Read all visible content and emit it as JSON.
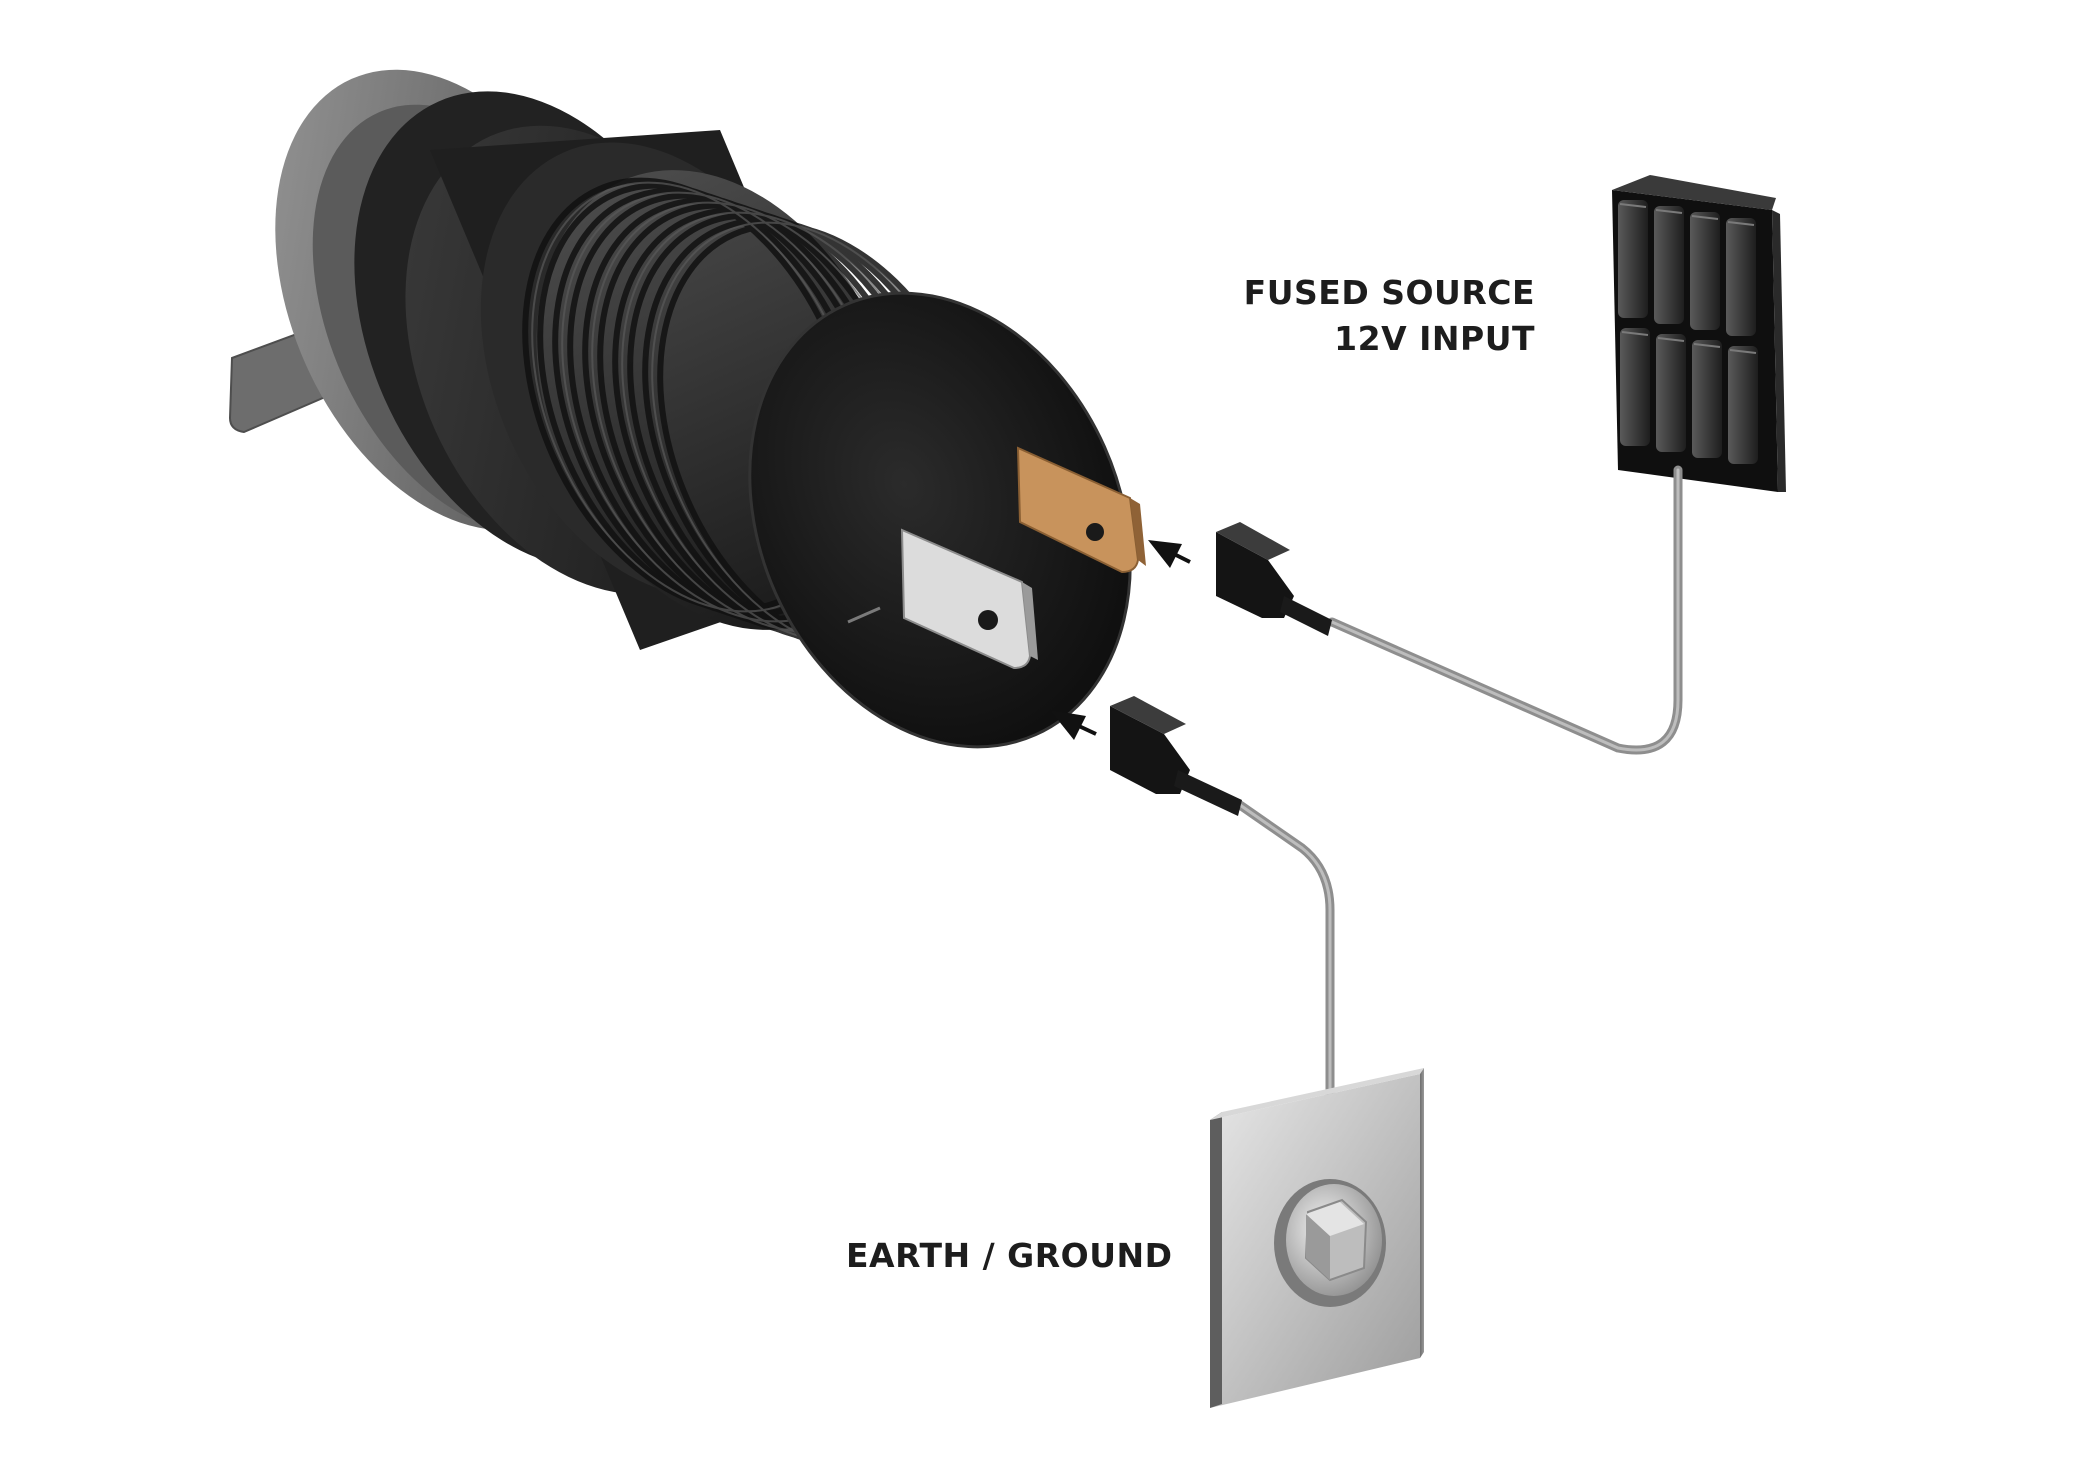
{
  "labels": {
    "fused_source_line1": "FUSED SOURCE",
    "fused_source_line2": "12V INPUT",
    "earth_ground": "EARTH / GROUND",
    "terminal_negative_mark": "—"
  },
  "colors": {
    "socket_body": "#1b1b1b",
    "bezel": "#7a7a7a",
    "positive_terminal": "#c8935c",
    "negative_terminal": "#d8d8d8",
    "wire": "#8e8e8e",
    "earth_plate": "#bdbdbd"
  },
  "components": {
    "socket": "12v-socket",
    "fuse_block": "fuse-block",
    "earth_plate": "earth-plate"
  }
}
